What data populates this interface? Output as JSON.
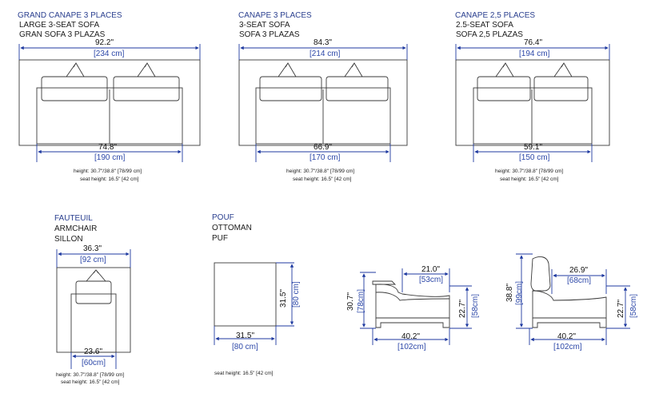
{
  "colors": {
    "dimension_line": "#1f3aa0",
    "outline": "#3a3a3a",
    "text": "#111111",
    "cm_text": "#2d48a8"
  },
  "sofa_large": {
    "title_fr": "GRAND CANAPE 3 PLACES",
    "title_en": "LARGE 3-SEAT SOFA",
    "title_es": "GRAN SOFA 3 PLAZAS",
    "overall_in": "92.2\"",
    "overall_cm": "[234 cm]",
    "inner_in": "74.8\"",
    "inner_cm": "[190 cm]",
    "height_note": "height: 30.7\"/38.8\" [78/99 cm]",
    "seat_note": "seat height: 16.5\" [42 cm]"
  },
  "sofa_3": {
    "title_fr": "CANAPE 3 PLACES",
    "title_en": "3-SEAT SOFA",
    "title_es": "SOFA 3 PLAZAS",
    "overall_in": "84.3\"",
    "overall_cm": "[214 cm]",
    "inner_in": "66.9\"",
    "inner_cm": "[170 cm]",
    "height_note": "height: 30.7\"/38.8\" [78/99 cm]",
    "seat_note": "seat height: 16.5\" [42 cm]"
  },
  "sofa_25": {
    "title_fr": "CANAPE 2,5 PLACES",
    "title_en": "2.5-SEAT SOFA",
    "title_es": "SOFA 2,5 PLAZAS",
    "overall_in": "76.4\"",
    "overall_cm": "[194 cm]",
    "inner_in": "59.1\"",
    "inner_cm": "[150 cm]",
    "height_note": "height: 30.7\"/38.8\" [78/99 cm]",
    "seat_note": "seat height: 16.5\" [42 cm]"
  },
  "armchair": {
    "title_fr": "FAUTEUIL",
    "title_en": "ARMCHAIR",
    "title_es": "SILLON",
    "overall_in": "36.3\"",
    "overall_cm": "[92 cm]",
    "inner_in": "23.6\"",
    "inner_cm": "[60cm]",
    "height_note": "height: 30.7\"/38.8\" [78/99 cm]",
    "seat_note": "seat height: 16.5\" [42 cm]"
  },
  "pouf": {
    "title_fr": "POUF",
    "title_en": "OTTOMAN",
    "title_es": "PUF",
    "width_in": "31.5\"",
    "width_cm": "[80 cm]",
    "depth_in": "31.5\"",
    "depth_cm": "[80 cm]",
    "seat_note": "seat height: 16.5\" [42 cm]"
  },
  "side_low": {
    "height_in": "30.7\"",
    "height_cm": "[78cm]",
    "seat_depth_in": "21.0\"",
    "seat_depth_cm": "[53cm]",
    "seat_h_in": "22.7\"",
    "seat_h_cm": "[58cm]",
    "depth_in": "40.2\"",
    "depth_cm": "[102cm]"
  },
  "side_high": {
    "height_in": "38.8\"",
    "height_cm": "[99cm]",
    "seat_depth_in": "26.9\"",
    "seat_depth_cm": "[68cm]",
    "seat_h_in": "22.7\"",
    "seat_h_cm": "[58cm]",
    "depth_in": "40.2\"",
    "depth_cm": "[102cm]"
  }
}
